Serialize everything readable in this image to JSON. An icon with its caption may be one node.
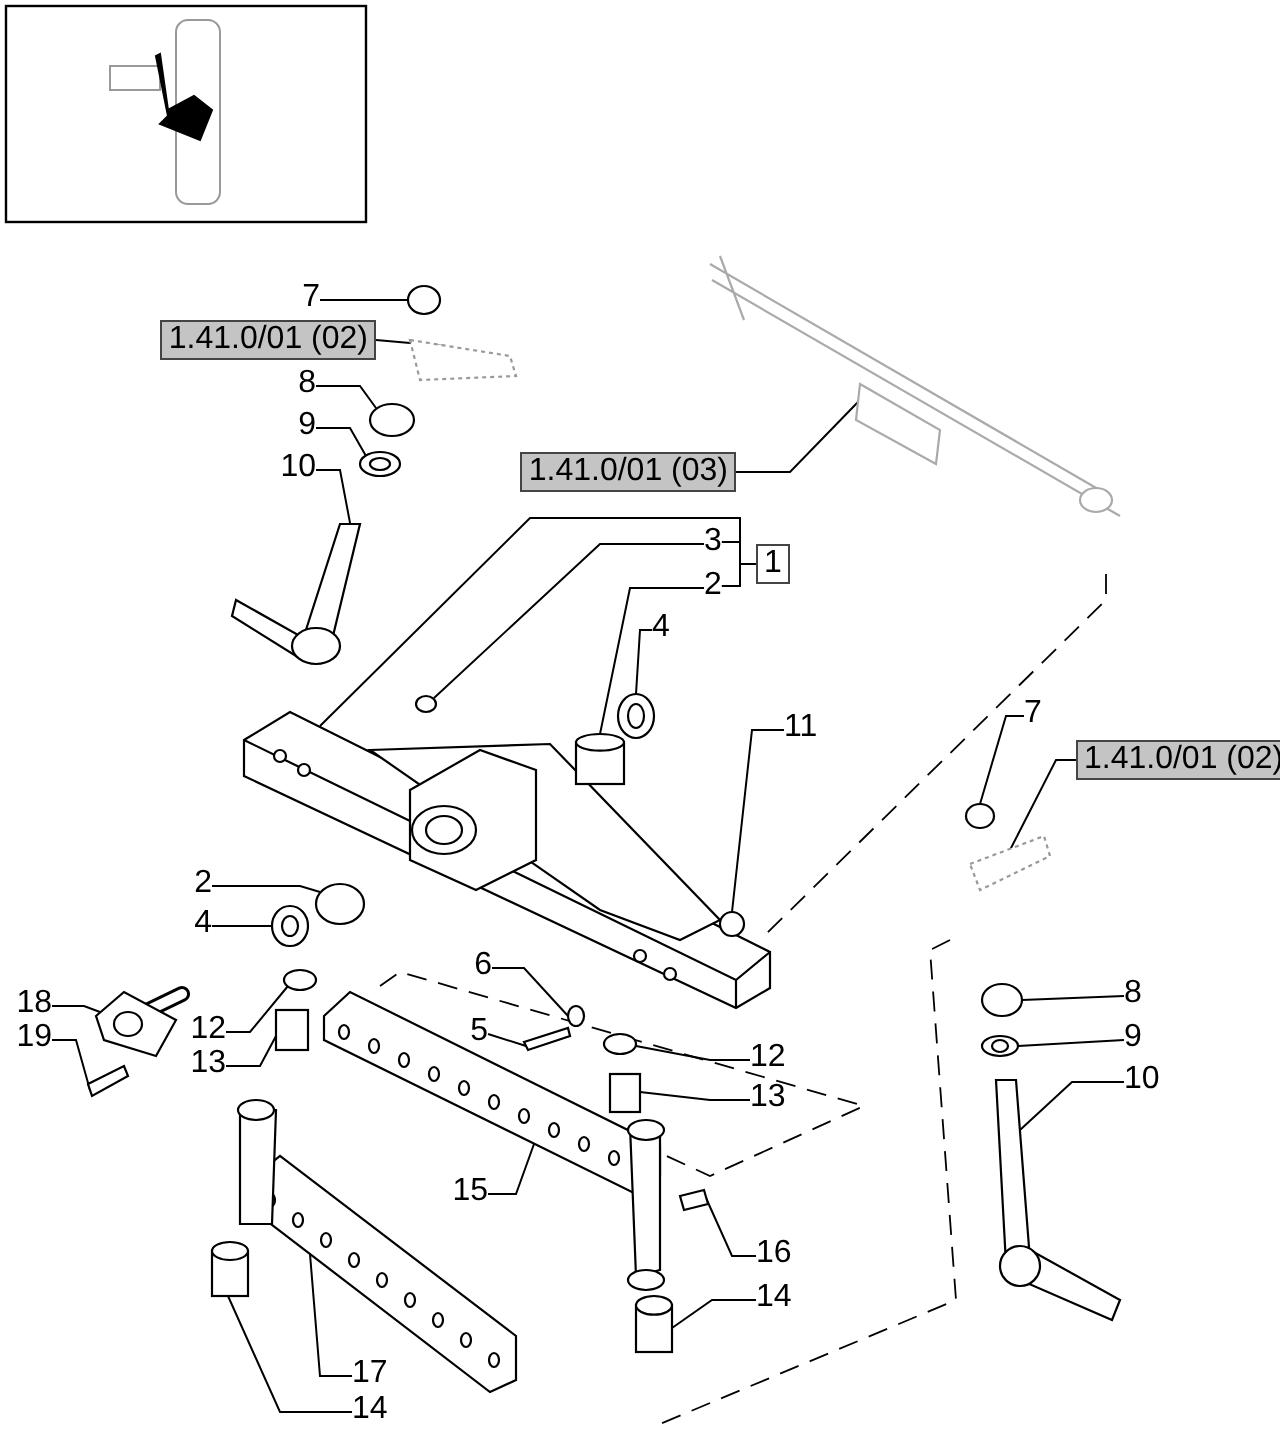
{
  "diagram": {
    "nodes": [
      {
        "text": [
          "7"
        ]
      },
      {
        "text": [
          "1.41.0/01 (02)"
        ]
      },
      {
        "text": [
          "8"
        ]
      },
      {
        "text": [
          "9"
        ]
      },
      {
        "text": [
          "10"
        ]
      },
      {
        "text": [
          "3"
        ]
      },
      {
        "text": [
          "1.41.0/01 (03)"
        ]
      },
      {
        "text": [
          "1"
        ]
      },
      {
        "text": [
          "2"
        ]
      },
      {
        "text": [
          "4"
        ]
      },
      {
        "text": [
          "11"
        ]
      },
      {
        "text": [
          "7"
        ]
      },
      {
        "text": [
          "1.41.0/01 (02)"
        ]
      },
      {
        "text": [
          "2"
        ]
      },
      {
        "text": [
          "4"
        ]
      },
      {
        "text": [
          "18"
        ]
      },
      {
        "text": [
          "19"
        ]
      },
      {
        "text": [
          "12"
        ]
      },
      {
        "text": [
          "13"
        ]
      },
      {
        "text": [
          "6"
        ]
      },
      {
        "text": [
          "5"
        ]
      },
      {
        "text": [
          "12"
        ]
      },
      {
        "text": [
          "13"
        ]
      },
      {
        "text": [
          "8"
        ]
      },
      {
        "text": [
          "9"
        ]
      },
      {
        "text": [
          "10"
        ]
      },
      {
        "text": [
          "15"
        ]
      },
      {
        "text": [
          "16"
        ]
      },
      {
        "text": [
          "14"
        ]
      },
      {
        "text": [
          "17"
        ]
      },
      {
        "text": [
          "14"
        ]
      },
      {
        "text": [],
        "shape": "circle"
      },
      {
        "text": [],
        "shape": "picture"
      },
      {
        "text": [],
        "shape": "circle"
      },
      {
        "text": [],
        "shape": "picture"
      },
      {
        "text": [],
        "shape": "picture"
      },
      {
        "text": [],
        "shape": "circle"
      },
      {
        "text": [],
        "shape": "picture"
      },
      {
        "text": [],
        "shape": "picture"
      },
      {
        "text": [],
        "shape": "cylinder"
      },
      {
        "text": [],
        "shape": "picture"
      },
      {
        "text": [],
        "shape": "circle"
      },
      {
        "text": [],
        "shape": "circle"
      },
      {
        "text": [],
        "shape": "picture"
      },
      {
        "text": [],
        "shape": "circle"
      },
      {
        "text": [],
        "shape": "picture"
      },
      {
        "text": [],
        "shape": "picture"
      },
      {
        "text": [],
        "shape": "picture"
      },
      {
        "text": [],
        "shape": "circle"
      },
      {
        "text": [],
        "shape": "box"
      },
      {
        "text": [],
        "shape": "circle"
      },
      {
        "text": [],
        "shape": "picture"
      },
      {
        "text": [],
        "shape": "circle"
      },
      {
        "text": [],
        "shape": "box"
      },
      {
        "text": [],
        "shape": "circle"
      },
      {
        "text": [],
        "shape": "picture"
      },
      {
        "text": [],
        "shape": "picture"
      },
      {
        "text": [],
        "shape": "picture"
      },
      {
        "text": [],
        "shape": "picture"
      },
      {
        "text": [],
        "shape": "cylinder"
      },
      {
        "text": [],
        "shape": "picture"
      },
      {
        "text": [],
        "shape": "cylinder"
      }
    ],
    "edges": [
      {
        "from": 0,
        "to": 31,
        "arrow": "none"
      },
      {
        "from": 1,
        "to": 32,
        "arrow": "none"
      },
      {
        "from": 2,
        "to": 33,
        "arrow": "none"
      },
      {
        "from": 3,
        "to": 34,
        "arrow": "none"
      },
      {
        "from": 4,
        "to": 35,
        "arrow": "none"
      },
      {
        "from": 5,
        "to": 36,
        "arrow": "none"
      },
      {
        "from": 6,
        "to": 37,
        "arrow": "none"
      },
      {
        "from": 7,
        "to": 38,
        "arrow": "none"
      },
      {
        "from": 8,
        "to": 39,
        "arrow": "none"
      },
      {
        "from": 9,
        "to": 40,
        "arrow": "none"
      },
      {
        "from": 10,
        "to": 41,
        "arrow": "none"
      },
      {
        "from": 11,
        "to": 42,
        "arrow": "none"
      },
      {
        "from": 12,
        "to": 43,
        "arrow": "none"
      },
      {
        "from": 13,
        "to": 44,
        "arrow": "none"
      },
      {
        "from": 14,
        "to": 45,
        "arrow": "none"
      },
      {
        "from": 15,
        "to": 46,
        "arrow": "none"
      },
      {
        "from": 16,
        "to": 47,
        "arrow": "none"
      },
      {
        "from": 17,
        "to": 48,
        "arrow": "none"
      },
      {
        "from": 18,
        "to": 49,
        "arrow": "none"
      },
      {
        "from": 19,
        "to": 50,
        "arrow": "none"
      },
      {
        "from": 20,
        "to": 51,
        "arrow": "none"
      },
      {
        "from": 21,
        "to": 52,
        "arrow": "none"
      },
      {
        "from": 22,
        "to": 53,
        "arrow": "none"
      },
      {
        "from": 23,
        "to": 54,
        "arrow": "none"
      },
      {
        "from": 24,
        "to": 55,
        "arrow": "none"
      },
      {
        "from": 25,
        "to": 56,
        "arrow": "none"
      },
      {
        "from": 26,
        "to": 57,
        "arrow": "none"
      },
      {
        "from": 27,
        "to": 58,
        "arrow": "none"
      },
      {
        "from": 28,
        "to": 59,
        "arrow": "none"
      },
      {
        "from": 29,
        "to": 60,
        "arrow": "none"
      },
      {
        "from": 30,
        "to": 61,
        "arrow": "none"
      },
      {
        "from": 5,
        "to": 7,
        "arrow": "none"
      },
      {
        "from": 8,
        "to": 7,
        "arrow": "none"
      }
    ]
  }
}
